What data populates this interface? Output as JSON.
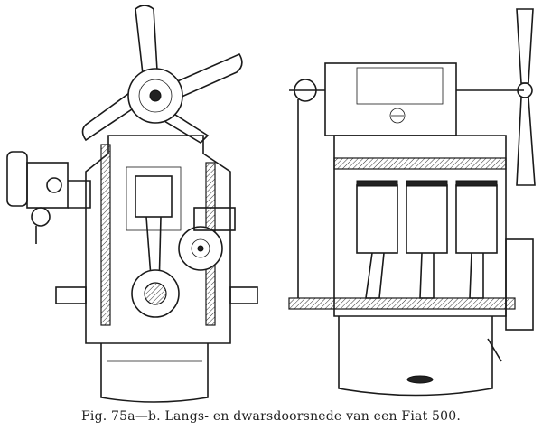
{
  "figure": {
    "caption": "Fig. 75a—b.  Langs- en dwarsdoorsnede van een Fiat 500.",
    "views": [
      "cross-section",
      "longitudinal-section"
    ]
  }
}
